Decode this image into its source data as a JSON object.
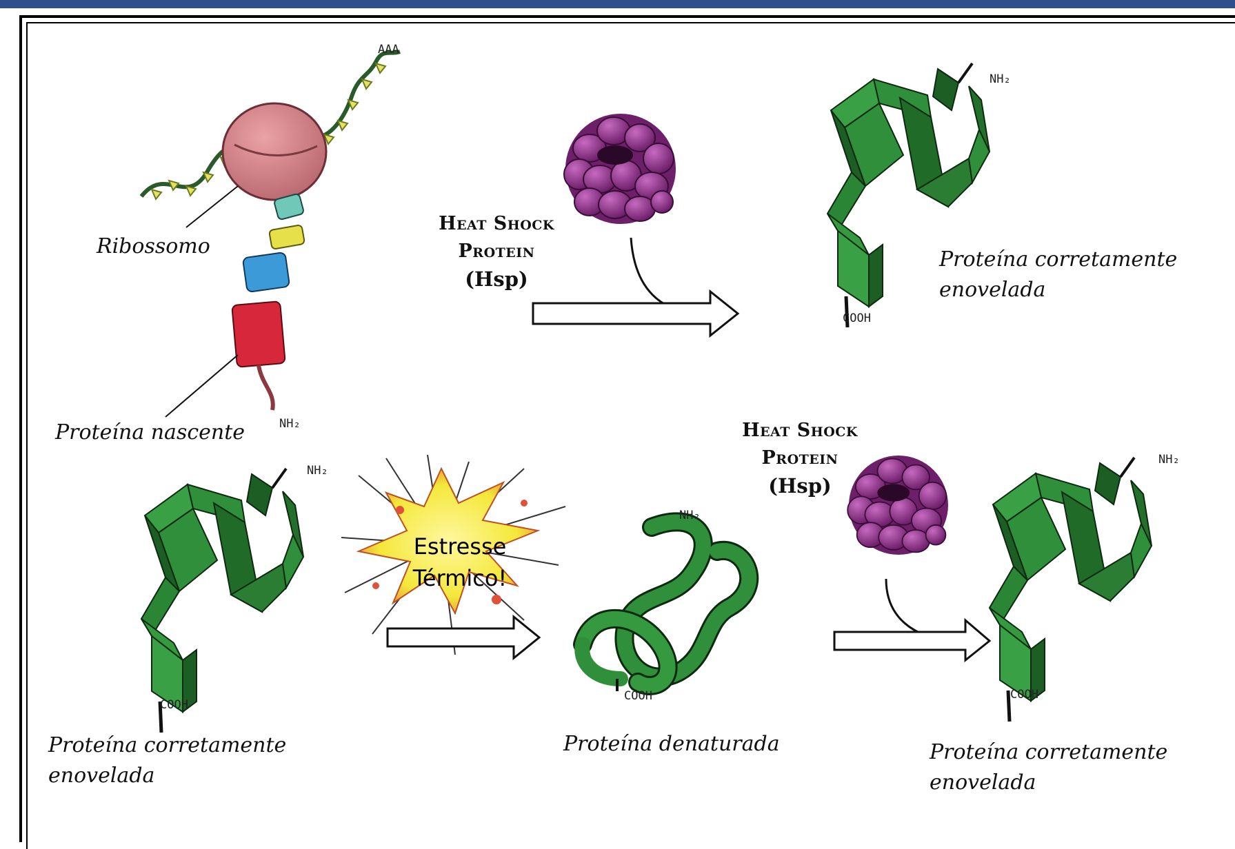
{
  "labels": {
    "ribossomo": "Ribossomo",
    "proteina_nascente": "Proteína nascente",
    "correta_line1": "Proteína corretamente",
    "correta_line2": "enovelada",
    "denaturada": "Proteína denaturada",
    "estresse_line1": "Estresse",
    "estresse_line2": "Térmico!"
  },
  "hsp": {
    "line1": "Heat Shock",
    "line2": "Protein",
    "abbr": "(Hsp)"
  },
  "termini": {
    "amino": "NH₂",
    "carboxyl": "COOH",
    "poly_a": "AAA"
  },
  "colors": {
    "frame": "#000000",
    "top_bar": "#2e4f8c",
    "ribosome": "#d98a90",
    "hsp_sphere": "#9a3a95",
    "protein_ribbon": "#2f8f3a",
    "blast": "#f4e83a",
    "domain_cyan": "#6fc8b8",
    "domain_yellow": "#e6e04a",
    "domain_blue": "#3d9ad8",
    "domain_red": "#d6283a"
  }
}
